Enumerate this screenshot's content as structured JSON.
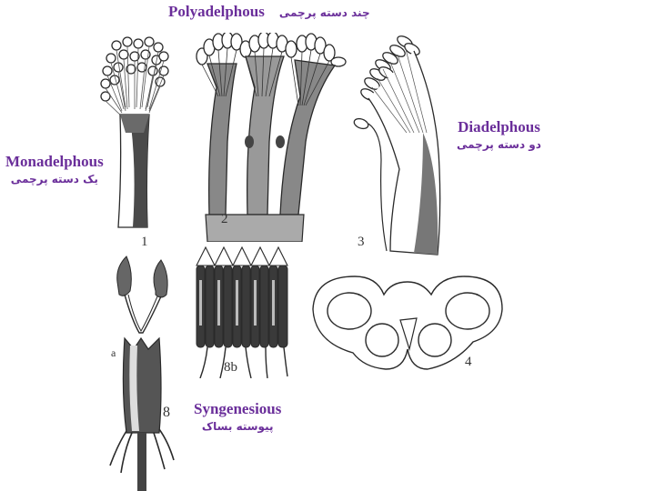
{
  "title": {
    "english": "Polyadelphous",
    "persian": "چند دسته پرچمی"
  },
  "labels": {
    "monadelphous": {
      "english": "Monadelphous",
      "persian": "یک دسته پرچمی"
    },
    "diadelphous": {
      "english": "Diadelphous",
      "persian": "دو دسته پرچمی"
    },
    "syngenesious": {
      "english": "Syngenesious",
      "persian": "پیوسته بساک"
    }
  },
  "figures": [
    {
      "id": "fig-1",
      "number": "1",
      "depicts": "monadelphous stamen tube"
    },
    {
      "id": "fig-2",
      "number": "2",
      "depicts": "polyadelphous stamen bundles"
    },
    {
      "id": "fig-3",
      "number": "3",
      "depicts": "diadelphous stamens (9+1)"
    },
    {
      "id": "fig-4",
      "number": "4",
      "depicts": "anther cross-section"
    },
    {
      "id": "fig-8",
      "number": "8",
      "marker": "a",
      "depicts": "syngenesious anther tube with style"
    },
    {
      "id": "fig-8b",
      "number": "8b",
      "depicts": "opened syngenesious anther tube"
    }
  ],
  "colors": {
    "label_text": "#6a2e9a",
    "ink": "#2a2a2a",
    "background": "#ffffff"
  }
}
